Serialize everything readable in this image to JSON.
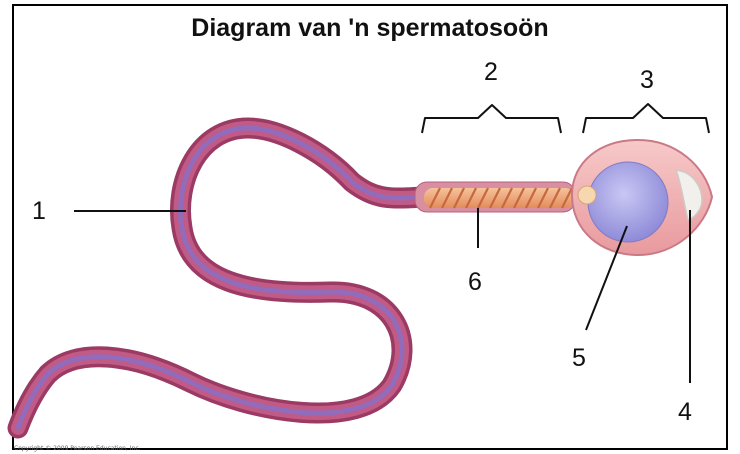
{
  "title": "Diagram van 'n spermatosoön",
  "labels": {
    "l1": "1",
    "l2": "2",
    "l3": "3",
    "l4": "4",
    "l5": "5",
    "l6": "6"
  },
  "copyright": "Copyright © 2009 Pearson Education, Inc.",
  "colors": {
    "tail_outer": "#9b3a63",
    "tail_inner": "#8a6fc4",
    "head_cytoplasm": "#f2b4b4",
    "nucleus": "#a9a6e6",
    "acrosome": "#e8e6e0",
    "midpiece": "#f0a878"
  }
}
